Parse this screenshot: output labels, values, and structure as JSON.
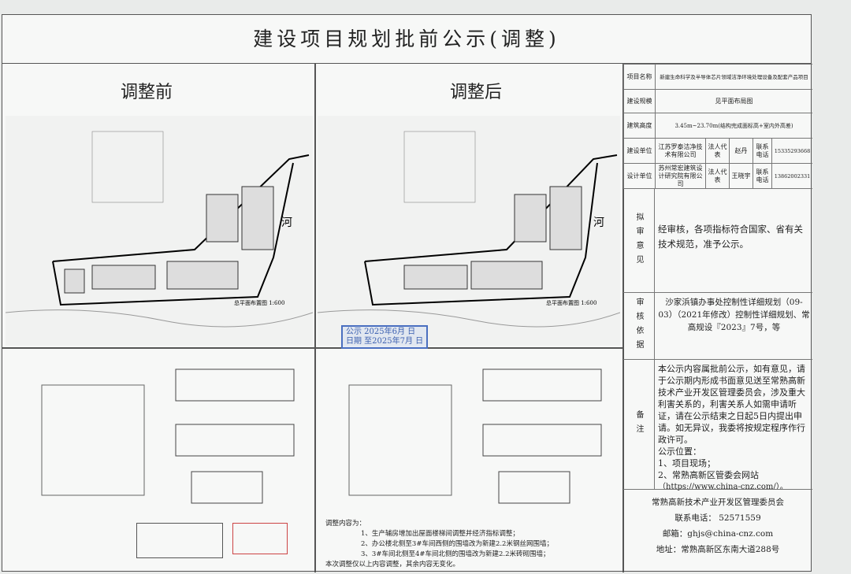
{
  "title": "建设项目规划批前公示(调整)",
  "before_label": "调整前",
  "after_label": "调整后",
  "plan_caption": "总平面布置图 1:600",
  "river_label": "河",
  "info": {
    "project_name_label": "项目名称",
    "project_name": "新建生命科学及半导体芯片领域洁净环境处理设备及配套产品项目",
    "scale_label": "建设规模",
    "scale": "见平面布局图",
    "height_label": "建筑高度",
    "height": "3.45m~23.70m(结构完成面标高+室内外高差)",
    "builder_label": "建设单位",
    "builder": "江苏罗泰洁净技术有限公司",
    "legal_rep_label": "法人代表",
    "builder_rep": "赵丹",
    "phone_label": "联系电话",
    "builder_phone": "15335293668",
    "designer_label": "设计单位",
    "designer": "苏州常宏建筑设计研究院有限公司",
    "designer_rep": "王晓宇",
    "designer_phone": "13862002331"
  },
  "opinion": {
    "label": "拟审意见",
    "text": "经审核，各项指标符合国家、省有关技术规范，准予公示。"
  },
  "basis": {
    "label": "审核依据",
    "text": "沙家浜镇办事处控制性详细规划（09-03）（2021年修改）控制性详细规划、常高规设『2023』7号，等"
  },
  "remarks": {
    "label": "备注",
    "lines": [
      "本公示内容属批前公示，如有意见，请于公示期内形成书面意见送至常熟高新技术产业开发区管理委员会，涉及重大利害关系的，利害关系人如需申请听证，请在公示结束之日起5日内提出申请。如无异议，我委将按规定程序作行政许可。",
      "公示位置：",
      "1、项目现场；",
      "2、常熟高新区管委会网站",
      "（https://www.china-cnz.com/）。"
    ]
  },
  "footer": {
    "org": "常熟高新技术产业开发区管理委员会",
    "phone": "联系电话： 52571559",
    "email": "邮箱：ghjs@china-cnz.com",
    "address": "地址：常熟高新区东南大道288号"
  },
  "stamp": {
    "line1": "公示 2025年6月 日",
    "line2": "日期 至2025年7月 日"
  },
  "notes": {
    "heading": "调整内容为：",
    "items": [
      "1、生产辅房增加出屋面楼梯间调整并经济指标调整；",
      "2、办公楼北侧至3#车间西侧的围墙改为新建2.2米钢丝网围墙；",
      "3、3#车间北侧至4#车间北侧的围墙改为新建2.2米砖砌围墙；"
    ],
    "footer": "本次调整仅以上内容调整，其余内容无变化。"
  }
}
